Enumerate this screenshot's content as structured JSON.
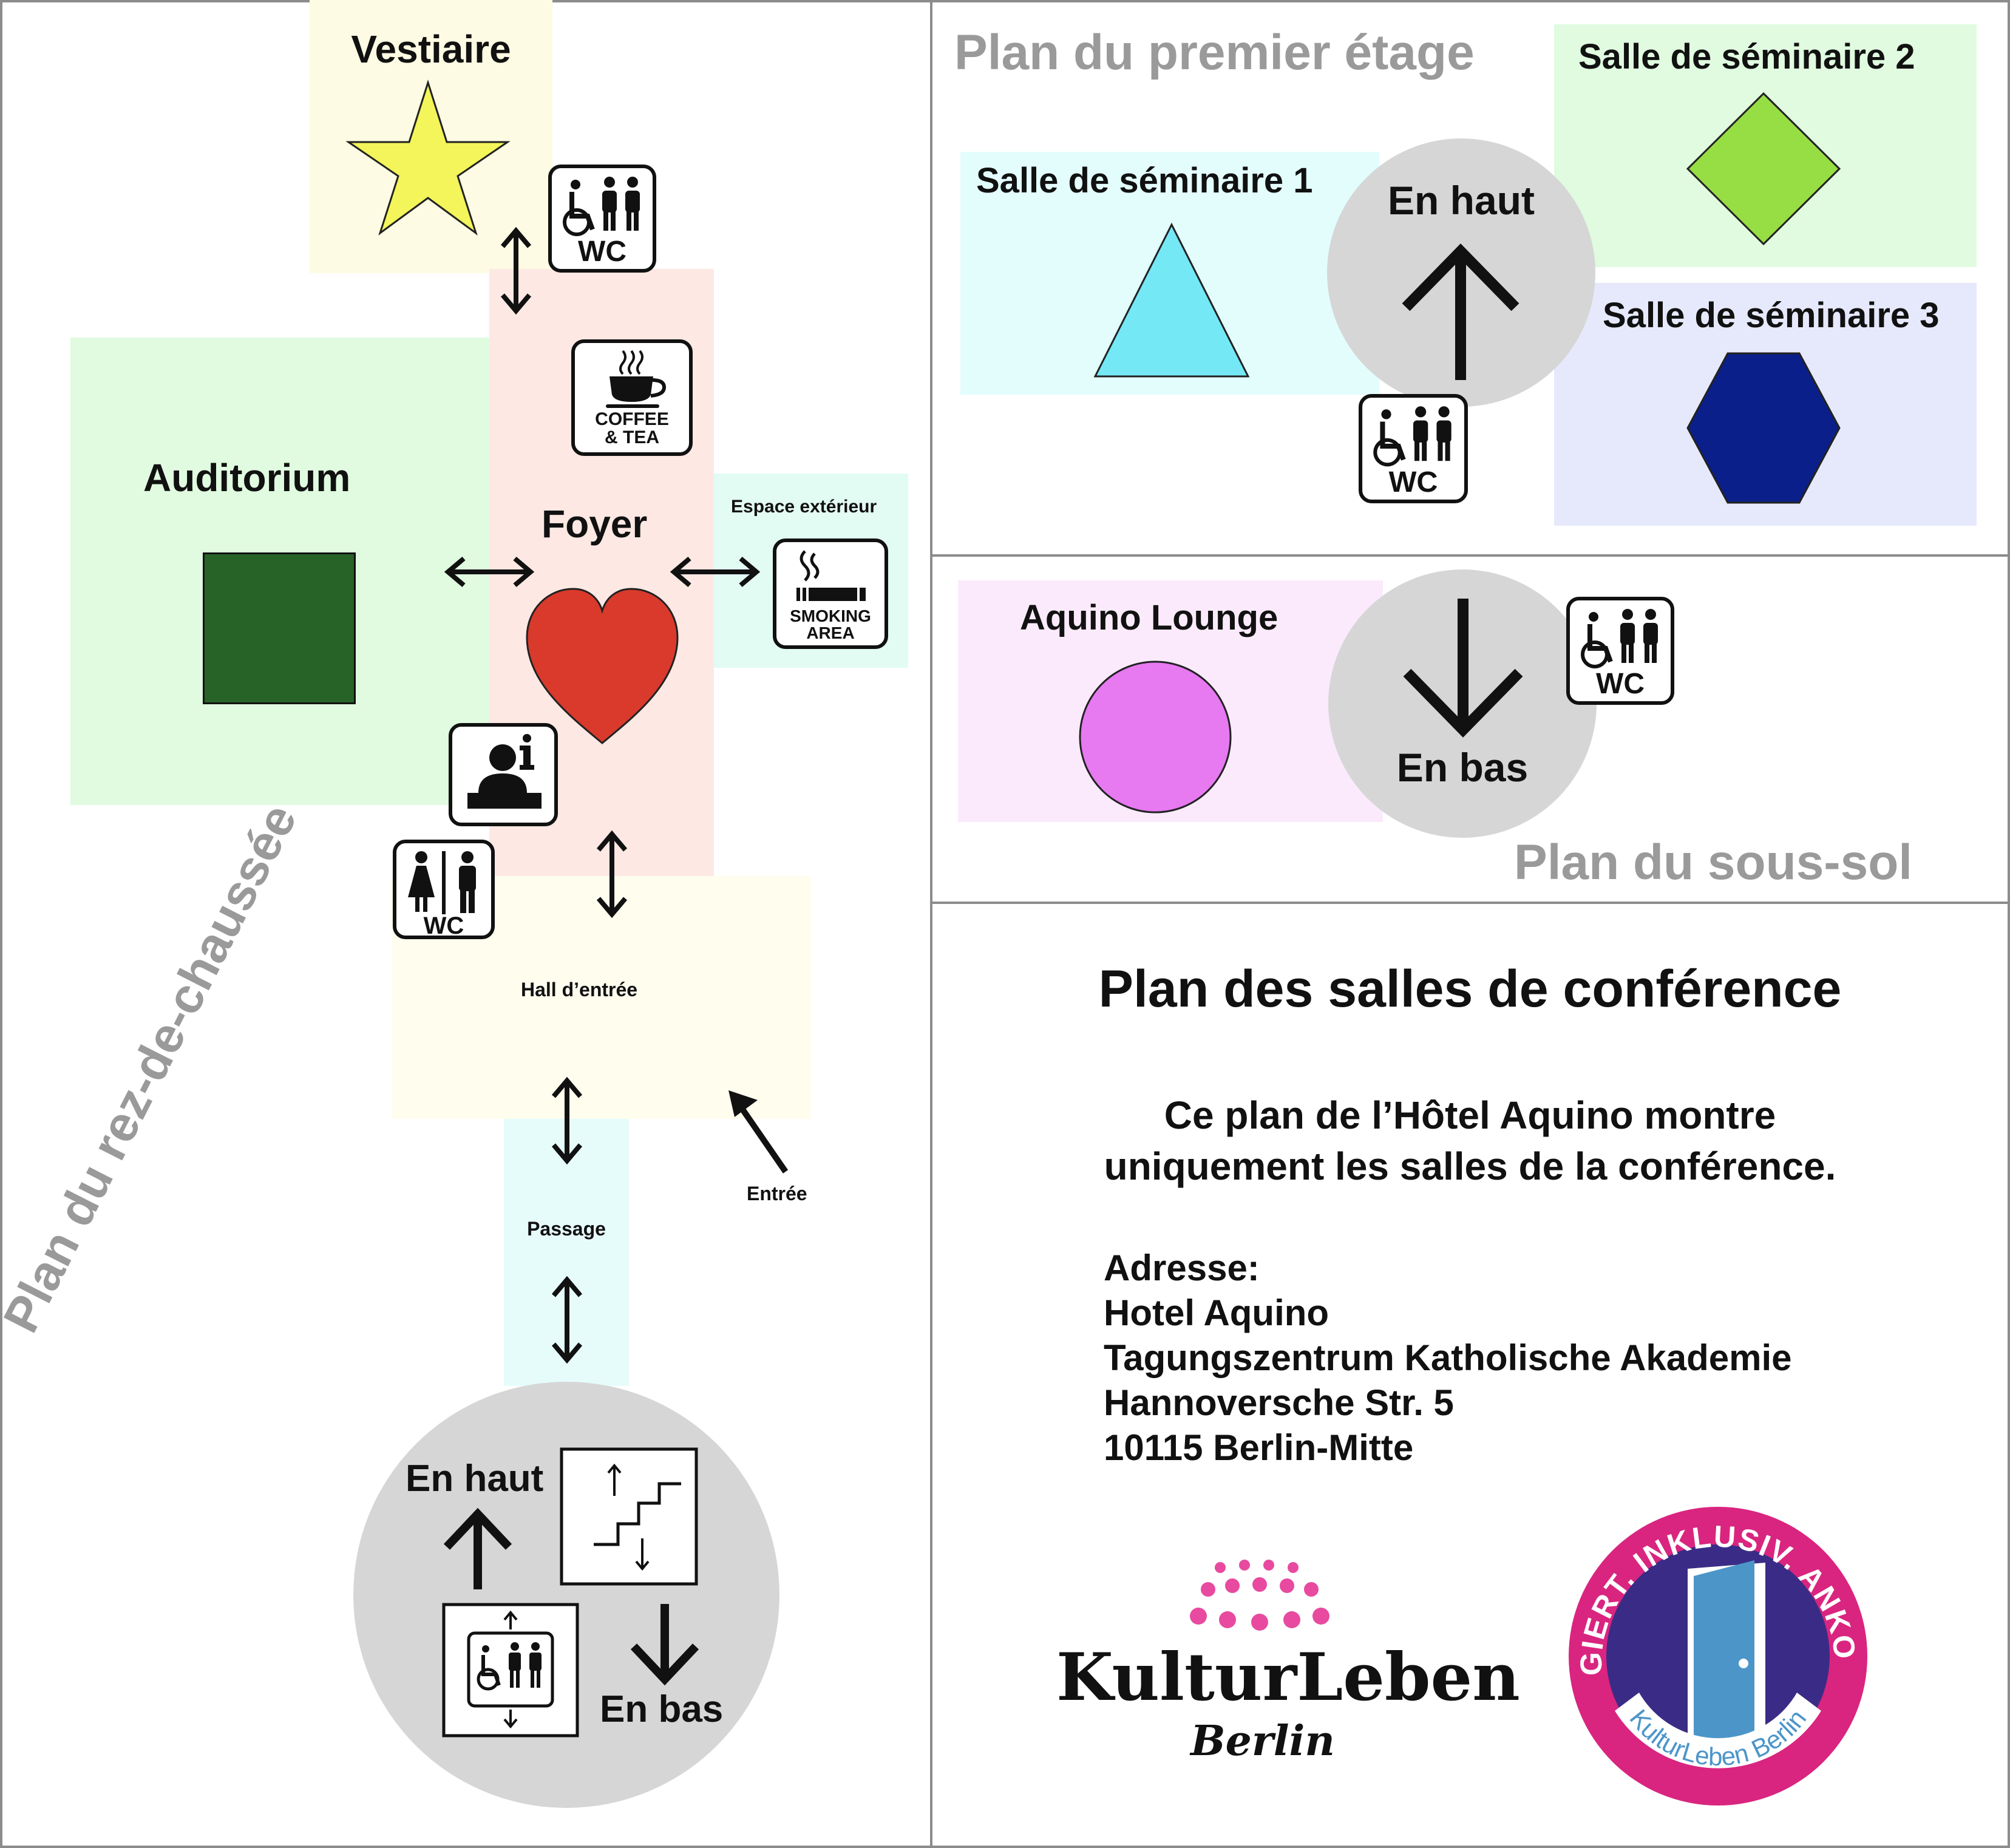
{
  "colors": {
    "vestiaire": "#fdfbe3",
    "foyer": "#fde8e3",
    "auditorium": "#e0fbe0",
    "exterieur": "#e3fcf3",
    "hall": "#fefdee",
    "passage": "#e6fcfb",
    "seminaire1": "#e3fdfd",
    "seminaire2": "#e0fbe0",
    "seminaire3": "#e6e9fb",
    "lounge": "#fbeafc",
    "circle": "#d6d6d6",
    "star": "#f3f55a",
    "square": "#276326",
    "heart": "#d93a2c",
    "triangle": "#75e8f6",
    "diamond": "#97dd44",
    "hexagon": "#0a1f8a",
    "lounge_circle": "#e779f1",
    "title_gray": "#9a9a9a",
    "logo_pink": "#e84aa0",
    "badge_ring": "#d9257f",
    "badge_inner": "#3a2c86",
    "door_blue": "#4c95c9"
  },
  "ground_floor": {
    "title": "Plan du rez-de-chaussée",
    "vestiaire": "Vestiaire",
    "auditorium": "Auditorium",
    "foyer": "Foyer",
    "espace_exterieur": "Espace extérieur",
    "hall": "Hall d’entrée",
    "passage": "Passage",
    "entree": "Entrée",
    "en_haut": "En haut",
    "en_bas": "En bas",
    "wc": "WC",
    "coffee_line1": "COFFEE",
    "coffee_line2": "& TEA",
    "smoking_line1": "SMOKING",
    "smoking_line2": "AREA"
  },
  "first_floor": {
    "title": "Plan du premier étage",
    "seminaire1": "Salle de séminaire 1",
    "seminaire2": "Salle de séminaire 2",
    "seminaire3": "Salle de séminaire 3",
    "en_haut": "En haut",
    "wc": "WC"
  },
  "basement": {
    "title": "Plan du sous-sol",
    "lounge": "Aquino Lounge",
    "en_bas": "En bas",
    "wc": "WC"
  },
  "info": {
    "heading": "Plan des salles de conférence",
    "description_line1": "Ce plan de l’Hôtel Aquino montre",
    "description_line2": "uniquement les salles de la conférence.",
    "address_label": "Adresse:",
    "address_lines": [
      "Hotel Aquino",
      "Tagungszentrum Katholische Akademie",
      "Hannoversche Str. 5",
      "10115 Berlin-Mitte"
    ]
  },
  "logos": {
    "kulturleben_name": "KulturLeben",
    "kulturleben_city": "Berlin",
    "badge_top": "ENGAGIERT. INKLUSIV. ANKOMMEN.",
    "badge_bottom": "KulturLeben Berlin"
  }
}
